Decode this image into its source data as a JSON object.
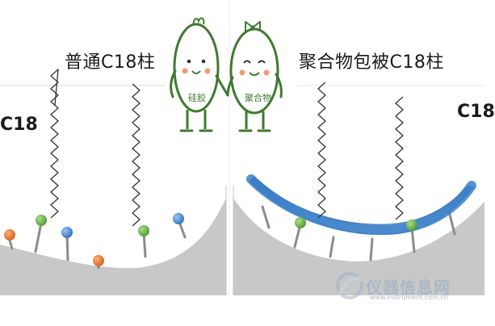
{
  "left_panel": {
    "title": "普通C18柱",
    "column_label": "C18",
    "character_label": "硅胶"
  },
  "right_panel": {
    "title": "聚合物包被C18柱",
    "column_label": "C18",
    "character_label": "聚合物"
  },
  "watermark": {
    "text": "仪器信息网",
    "subtext": "www.instrument.com.cn"
  },
  "colors": {
    "support": "#c8c8c8",
    "chain": "#333333",
    "green_bead": "#6bb94a",
    "blue_bead": "#4f8ed6",
    "orange_bead": "#e8792c",
    "polymer_coating": "#4a86c6",
    "character_outline": "#3f7a2f"
  }
}
